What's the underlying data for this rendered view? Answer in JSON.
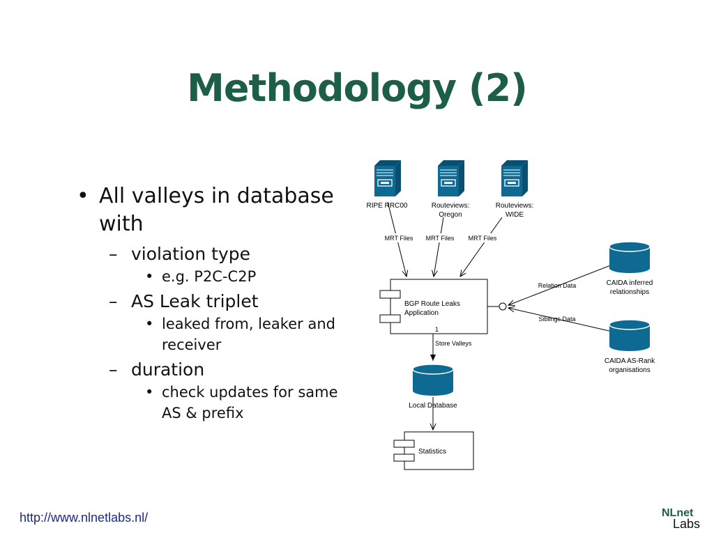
{
  "slide": {
    "title": "Methodology (2)",
    "footer_url": "http://www.nlnetlabs.nl/",
    "logo_top": "NLnet",
    "logo_bottom": "Labs"
  },
  "bullets": {
    "l1": "All valleys in database with",
    "l2a": "violation type",
    "l3a": "e.g. P2C-C2P",
    "l2b": "AS Leak triplet",
    "l3b": "leaked from, leaker and receiver",
    "l2c": "duration",
    "l3c": "check updates for same AS & prefix"
  },
  "diagram": {
    "servers": [
      {
        "line1": "RIPE RRC00",
        "line2": ""
      },
      {
        "line1": "Routeviews:",
        "line2": "Oregon"
      },
      {
        "line1": "Routeviews:",
        "line2": "WIDE"
      }
    ],
    "mrt_label": "MRT Files",
    "app_line1": "BGP Route Leaks",
    "app_line2": "Application",
    "multiplicity": "1",
    "store_label": "Store Valleys",
    "local_db": "Local Database",
    "stats": "Statistics",
    "relation_label": "Relation Data",
    "siblings_label": "Siblings Data",
    "caida1_line1": "CAIDA inferred",
    "caida1_line2": "relationships",
    "caida2_line1": "CAIDA AS-Rank",
    "caida2_line2": "organisations"
  },
  "colors": {
    "title": "#1c5e48",
    "icon_fill": "#0e6a93",
    "icon_dark": "#0a4f70"
  }
}
